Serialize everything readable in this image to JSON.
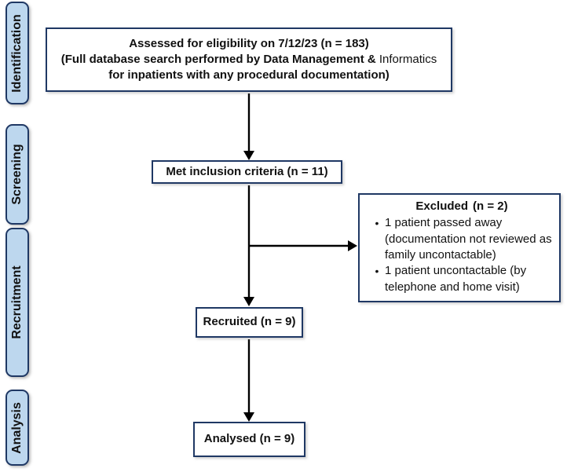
{
  "colors": {
    "box_border": "#1f3864",
    "stage_fill": "#bdd7ee",
    "arrow": "#000000",
    "text": "#111111"
  },
  "stages": [
    {
      "label": "Identification"
    },
    {
      "label": "Screening"
    },
    {
      "label": "Recruitment"
    },
    {
      "label": "Analysis"
    }
  ],
  "flow": {
    "assessed": {
      "line1": "Assessed for eligibility on 7/12/23 (n = 183)",
      "line2_bold": "(Full database search performed by Data Management &",
      "line2_regular": "Informatics",
      "line3": "for inpatients with any procedural documentation)"
    },
    "met": {
      "label": "Met inclusion criteria (n = 11)"
    },
    "excluded": {
      "title_bold": "Excluded",
      "title_rest": "(n = 2)",
      "bullets": [
        "1 patient passed away (documentation not reviewed as family uncontactable)",
        "1 patient uncontactable (by telephone and home visit)"
      ]
    },
    "recruited": {
      "label": "Recruited (n = 9)"
    },
    "analysed": {
      "label": "Analysed (n = 9)"
    }
  }
}
